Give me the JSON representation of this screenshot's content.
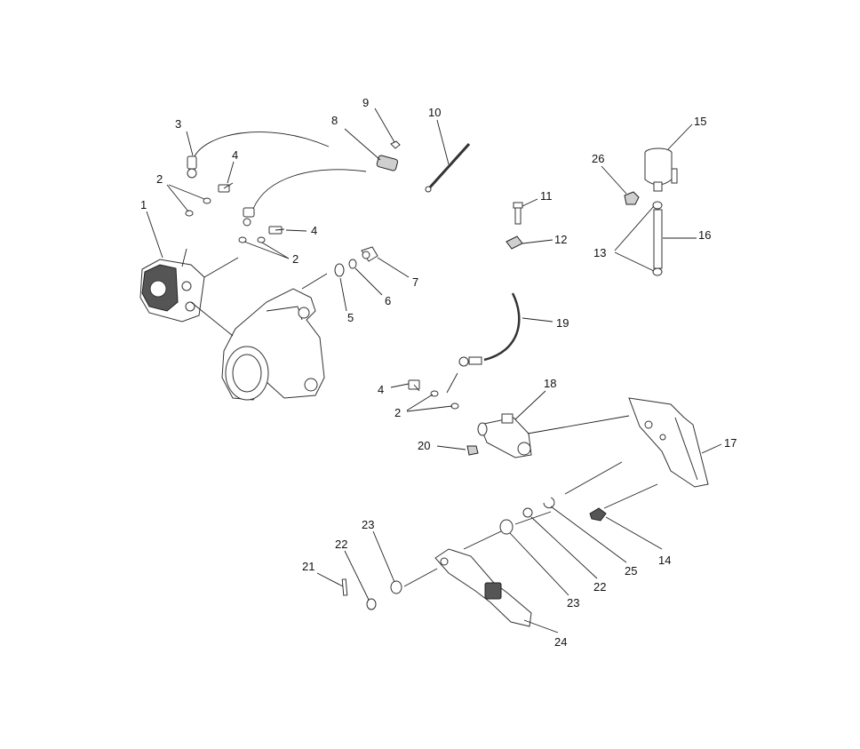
{
  "labels": {
    "c1": "1",
    "c2a": "2",
    "c2b": "2",
    "c2c": "2",
    "c3": "3",
    "c4a": "4",
    "c4b": "4",
    "c4c": "4",
    "c5": "5",
    "c6": "6",
    "c7": "7",
    "c8": "8",
    "c9": "9",
    "c10": "10",
    "c11": "11",
    "c12": "12",
    "c13": "13",
    "c14": "14",
    "c15": "15",
    "c16": "16",
    "c17": "17",
    "c18": "18",
    "c19": "19",
    "c20": "20",
    "c21": "21",
    "c22a": "22",
    "c22b": "22",
    "c23a": "23",
    "c23b": "23",
    "c24": "24",
    "c25": "25",
    "c26": "26"
  }
}
